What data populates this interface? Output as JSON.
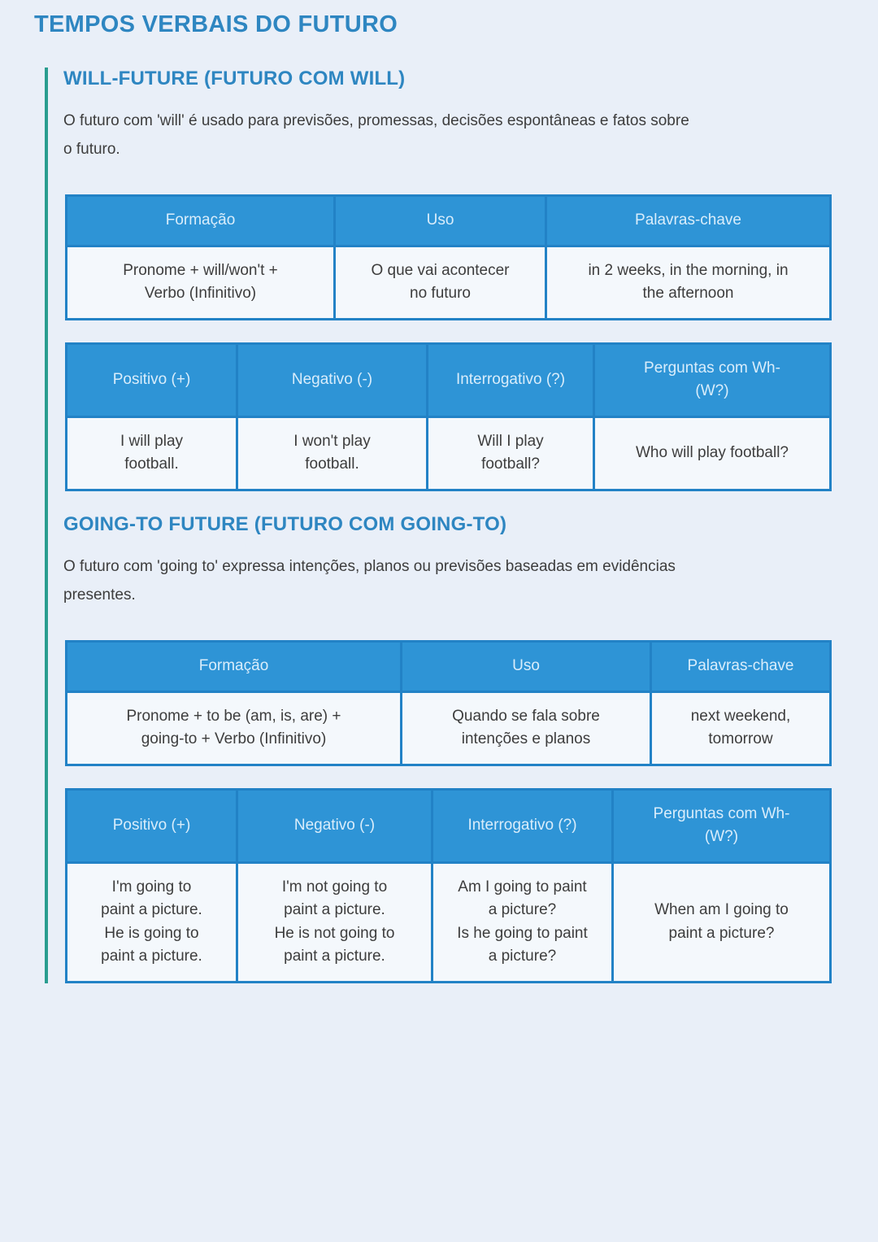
{
  "page": {
    "title": "TEMPOS VERBAIS DO FUTURO"
  },
  "colors": {
    "page_background": "#e9eff8",
    "heading_blue": "#2e86c1",
    "table_header_bg": "#2e94d6",
    "table_border_blue": "#2282c6",
    "accent_teal": "#2a9d8f",
    "body_text": "#3d3d3d",
    "cell_bg": "#f4f8fc"
  },
  "sections": [
    {
      "heading": "WILL-FUTURE (FUTURO COM WILL)",
      "description": "O futuro com 'will' é usado para previsões, promessas, decisões espontâneas e fatos sobre\no futuro.",
      "overview_table": {
        "headers": [
          "Formação",
          "Uso",
          "Palavras-chave"
        ],
        "row": [
          "Pronome + will/won't +\nVerbo (Infinitivo)",
          "O que vai acontecer\nno futuro",
          "in 2 weeks, in the morning, in\nthe afternoon"
        ]
      },
      "forms_table": {
        "headers": [
          "Positivo (+)",
          "Negativo (-)",
          "Interrogativo (?)",
          "Perguntas com Wh-\n(W?)"
        ],
        "row": [
          "I will play\nfootball.",
          "I won't play\nfootball.",
          "Will I play\nfootball?",
          "Who will play football?"
        ]
      }
    },
    {
      "heading": "GOING-TO FUTURE (FUTURO COM GOING-TO)",
      "description": "O futuro com 'going to' expressa intenções, planos ou previsões baseadas em evidências\npresentes.",
      "overview_table": {
        "headers": [
          "Formação",
          "Uso",
          "Palavras-chave"
        ],
        "row": [
          "Pronome + to be (am, is, are) +\ngoing-to + Verbo (Infinitivo)",
          "Quando se fala sobre\nintenções e planos",
          "next weekend,\ntomorrow"
        ]
      },
      "forms_table": {
        "headers": [
          "Positivo (+)",
          "Negativo (-)",
          "Interrogativo (?)",
          "Perguntas com Wh-\n(W?)"
        ],
        "row": [
          "I'm going to\npaint a picture.\nHe is going to\npaint a picture.",
          "I'm not going to\npaint a picture.\nHe is not going to\npaint a picture.",
          "Am I going to paint\na picture?\nIs he going to paint\na picture?",
          "When am I going to\npaint a picture?"
        ]
      }
    }
  ]
}
